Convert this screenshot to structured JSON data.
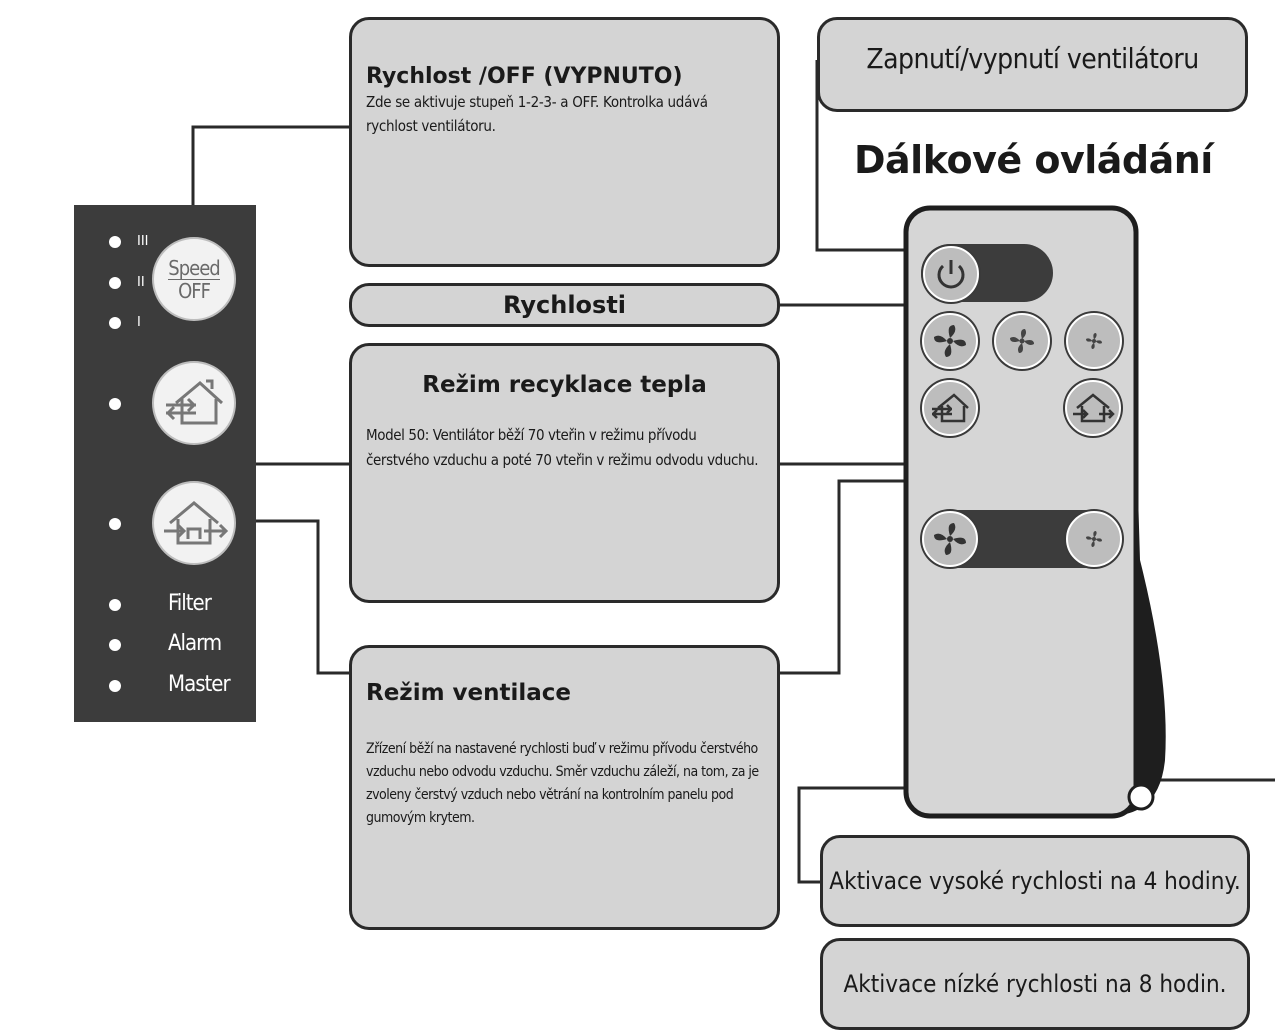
{
  "boxes": {
    "speed_off": {
      "title": "Rychlost /OFF (VYPNUTO)",
      "body": "Zde se aktivuje stupeň 1-2-3- a OFF. Kontrolka udává rychlost ventilátoru."
    },
    "speeds": {
      "title": "Rychlosti"
    },
    "heat_recycle": {
      "title": "Režim recyklace tepla",
      "body": "Model 50: Ventilátor běží 70 vteřin v režimu přívodu čerstvého vzduchu a poté 70 vteřin v režimu odvodu vduchu."
    },
    "ventilation": {
      "title": "Režim ventilace",
      "body": "Zřízení běží na nastavené rychlosti buď v režimu přívodu čerstvého vzduchu nebo odvodu vzduchu.  Směr vzduchu záleží, na tom, za je zvoleny čerstvý vzduch nebo větrání na kontrolním panelu pod gumovým krytem."
    },
    "power": {
      "text": "Zapnutí/vypnutí ventilátoru"
    },
    "high_speed": {
      "text": "Aktivace vysoké rychlosti na 4 hodiny."
    },
    "low_speed": {
      "text": "Aktivace nízké rychlosti na 8 hodin."
    }
  },
  "remote": {
    "title": "Dálkové ovládání"
  },
  "panel": {
    "levels": [
      "III",
      "II",
      "I"
    ],
    "speed_button": {
      "line1": "Speed",
      "line2": "OFF"
    },
    "indicators": [
      "Filter",
      "Alarm",
      "Master"
    ]
  },
  "colors": {
    "panel": "#3c3c3c",
    "box_fill": "#d4d4d4",
    "outline": "#2a2a2a",
    "remote_body": "#d6d6d6"
  },
  "icons": [
    "power-icon",
    "fan-icon",
    "house-arrows-icon"
  ]
}
